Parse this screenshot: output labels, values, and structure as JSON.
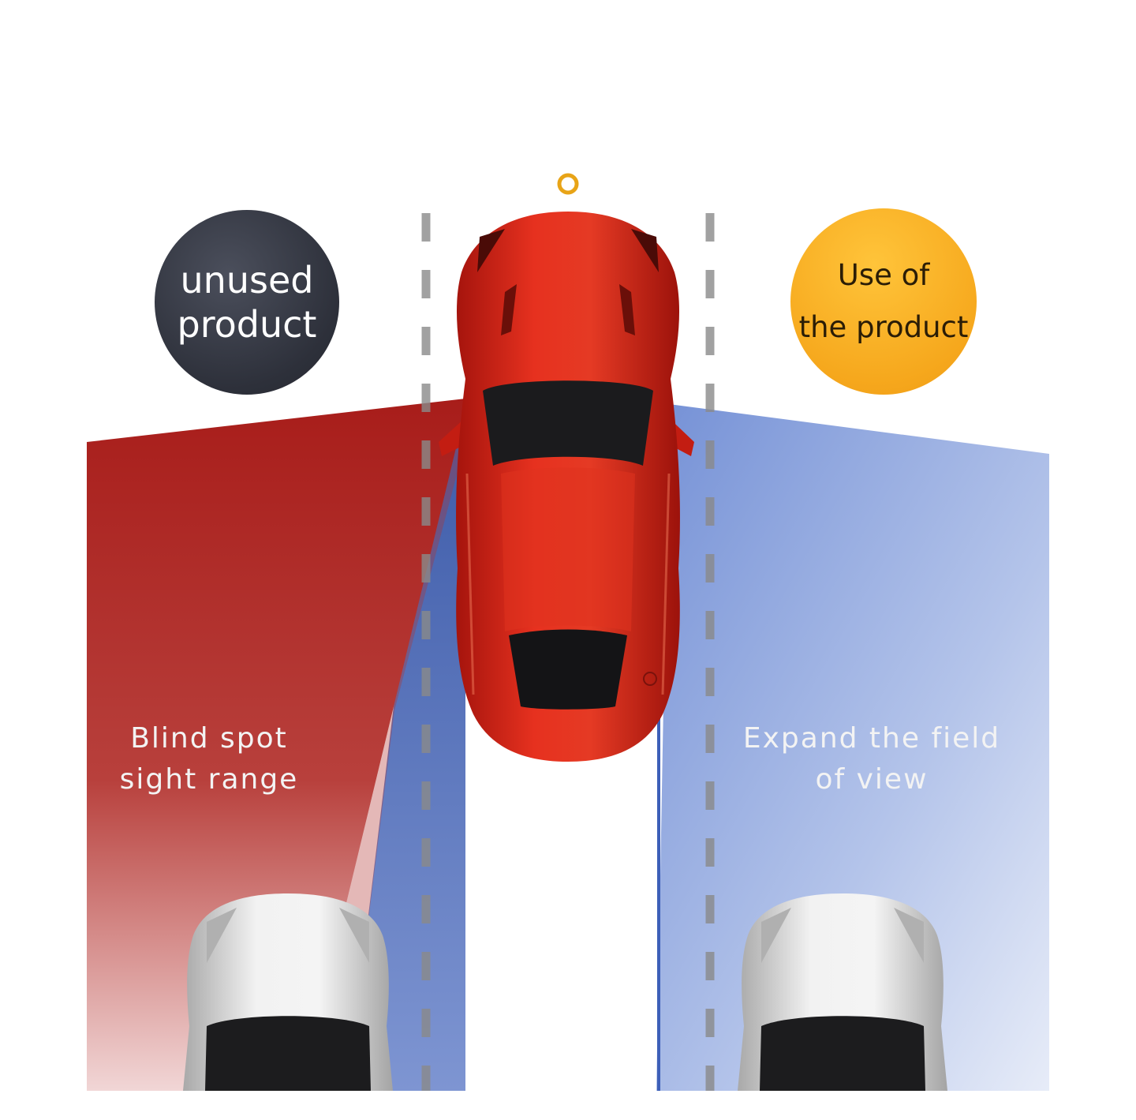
{
  "badges": {
    "unused": {
      "line1": "unused",
      "line2": "product"
    },
    "used": {
      "line1": "Use of",
      "line2": "the product"
    }
  },
  "captions": {
    "left": {
      "line1": "Blind spot",
      "line2": "sight range"
    },
    "right": {
      "line1": "Expand the field",
      "line2": "of view"
    }
  },
  "colors": {
    "red_zone": "#b0201e",
    "blue_zone": "#5a78c8",
    "main_car": "#d8261a",
    "other_cars": "#d7d7d7",
    "lane_markings": "#8a8a8a",
    "badge_dark": "#2d303a",
    "badge_gold": "#f6a81d"
  }
}
